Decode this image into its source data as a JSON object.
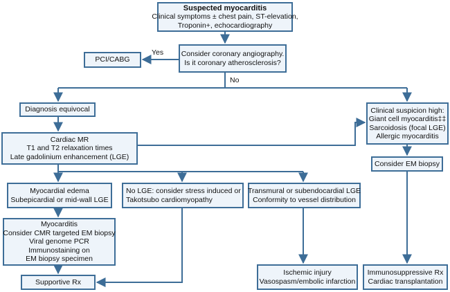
{
  "diagram": {
    "nodes": {
      "suspected": {
        "title": "Suspected myocarditis",
        "lines": [
          "Clinical symptoms ± chest pain, ST-elevation,",
          "Troponin+, echocardiography"
        ]
      },
      "angiography": {
        "lines": [
          "Consider coronary angiography.",
          "Is it coronary atherosclerosis?"
        ]
      },
      "pci": {
        "lines": [
          "PCI/CABG"
        ]
      },
      "equivocal": {
        "lines": [
          "Diagnosis equivocal"
        ]
      },
      "cmr": {
        "lines": [
          "Cardiac MR",
          "T1 and T2 relaxation times",
          "Late gadolinium enhancement (LGE)"
        ]
      },
      "high": {
        "lines": [
          "Clinical suspicion high:",
          "Giant cell myocarditis‡‡",
          "Sarcoidosis (focal LGE)",
          "Allergic myocarditis"
        ]
      },
      "em_biopsy": {
        "lines": [
          "Consider EM biopsy"
        ]
      },
      "edema": {
        "lines": [
          "Myocardial edema",
          "Subepicardial or mid-wall LGE"
        ]
      },
      "no_lge": {
        "lines": [
          "No LGE: consider stress induced or",
          "Takotsubo cardiomyopathy"
        ]
      },
      "transmural": {
        "lines": [
          "Transmural or subendocardial LGE",
          "Conformity to vessel distribution"
        ]
      },
      "myocarditis": {
        "lines": [
          "Myocarditis",
          "Consider CMR targeted EM biopsy",
          "Viral genome PCR",
          "Immunostaining on",
          "EM biopsy specimen"
        ]
      },
      "supportive": {
        "lines": [
          "Supportive Rx"
        ]
      },
      "ischemic": {
        "lines": [
          "Ischemic injury",
          "Vasospasm/embolic infarction"
        ]
      },
      "immuno": {
        "lines": [
          "Immunosuppressive Rx",
          "Cardiac transplantation"
        ]
      }
    },
    "labels": {
      "yes": "Yes",
      "no": "No"
    },
    "colors": {
      "line": "#3d6d97",
      "box_fill": "#eef4fa",
      "box_border": "#3d6d97"
    }
  }
}
